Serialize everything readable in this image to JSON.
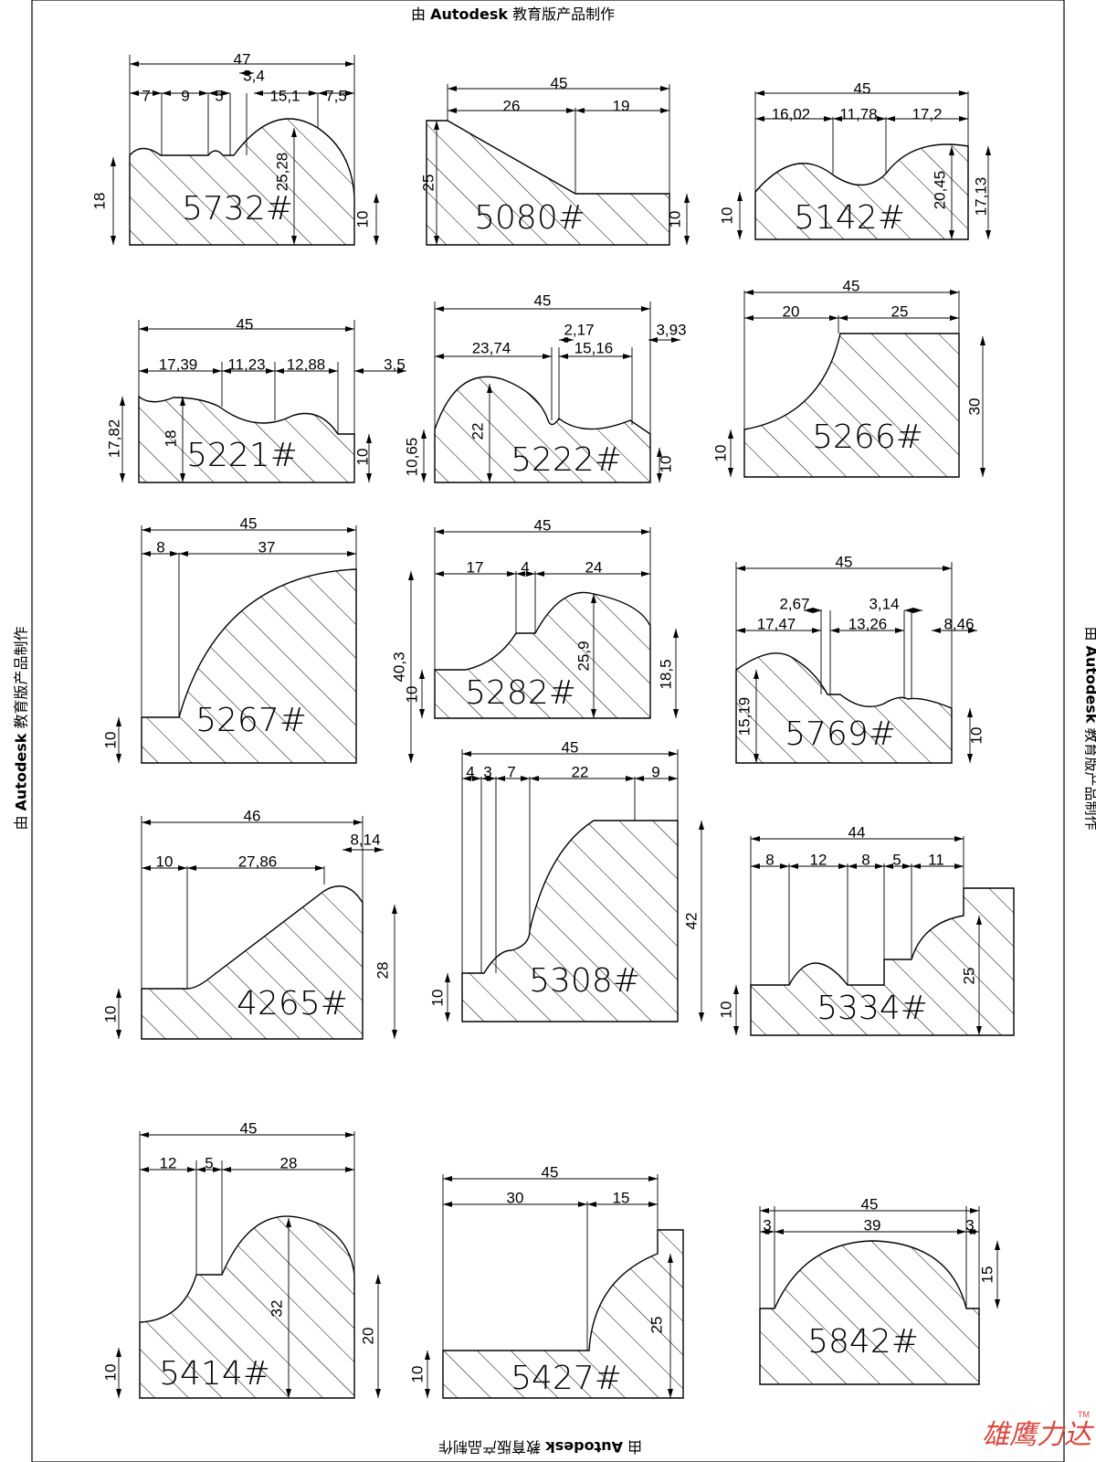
{
  "watermark": {
    "prefix": "由 ",
    "brand": "Autodesk",
    "suffix": " 教育版产品制作"
  },
  "brand_mark": {
    "text": "雄鹰力达",
    "tm": "TM",
    "color": "#d9463c"
  },
  "profiles": [
    {
      "code": "5732#",
      "dims": [
        "47",
        "7",
        "9",
        "5",
        "3,4",
        "15,1",
        "7,5",
        "18",
        "25,28",
        "10"
      ]
    },
    {
      "code": "5080#",
      "dims": [
        "45",
        "26",
        "19",
        "25",
        "10"
      ]
    },
    {
      "code": "5142#",
      "dims": [
        "45",
        "16,02",
        "11,78",
        "17,2",
        "10",
        "20,45",
        "17,13"
      ]
    },
    {
      "code": "5221#",
      "dims": [
        "45",
        "17,39",
        "11,23",
        "12,88",
        "3,5",
        "17,82",
        "18",
        "10"
      ]
    },
    {
      "code": "5222#",
      "dims": [
        "45",
        "23,74",
        "2,17",
        "15,16",
        "3,93",
        "10,65",
        "22",
        "10"
      ]
    },
    {
      "code": "5266#",
      "dims": [
        "45",
        "20",
        "25",
        "10",
        "30"
      ]
    },
    {
      "code": "5267#",
      "dims": [
        "45",
        "8",
        "37",
        "10",
        "40,3"
      ]
    },
    {
      "code": "5282#",
      "dims": [
        "45",
        "17",
        "4",
        "24",
        "10",
        "25,9",
        "18,5"
      ]
    },
    {
      "code": "5769#",
      "dims": [
        "45",
        "2,67",
        "3,14",
        "17,47",
        "13,26",
        "8,46",
        "15,19",
        "10"
      ]
    },
    {
      "code": "4265#",
      "dims": [
        "46",
        "10",
        "27,86",
        "8,14",
        "10",
        "28"
      ]
    },
    {
      "code": "5308#",
      "dims": [
        "45",
        "4",
        "3",
        "7",
        "22",
        "9",
        "10",
        "42"
      ]
    },
    {
      "code": "5334#",
      "dims": [
        "44",
        "8",
        "12",
        "8",
        "5",
        "11",
        "10",
        "25"
      ]
    },
    {
      "code": "5414#",
      "dims": [
        "45",
        "12",
        "5",
        "28",
        "10",
        "32",
        "20"
      ]
    },
    {
      "code": "5427#",
      "dims": [
        "45",
        "30",
        "15",
        "10",
        "25"
      ]
    },
    {
      "code": "5842#",
      "dims": [
        "45",
        "3",
        "39",
        "3",
        "15"
      ]
    }
  ]
}
